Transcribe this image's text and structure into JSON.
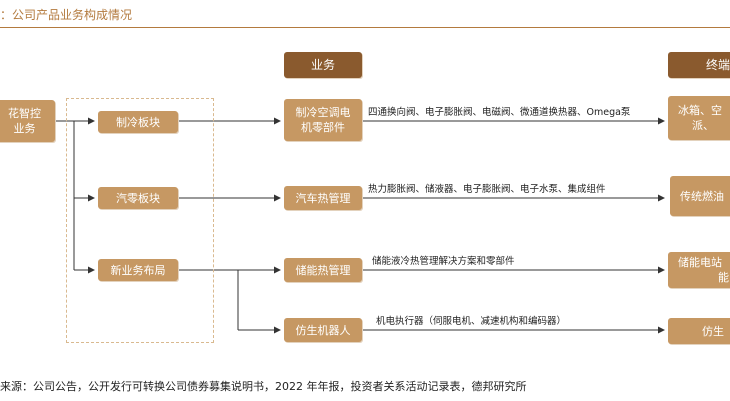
{
  "caption": "：公司产品业务构成情况",
  "header_business": "业务",
  "header_terminal": "终端",
  "company_lines": [
    "花智控",
    "业务"
  ],
  "segments": [
    {
      "label": "制冷板块"
    },
    {
      "label": "汽零板块"
    },
    {
      "label": "新业务布局"
    }
  ],
  "businesses": [
    {
      "label_lines": [
        "制冷空调电",
        "机零部件"
      ]
    },
    {
      "label_lines": [
        "汽车热管理"
      ]
    },
    {
      "label_lines": [
        "储能热管理"
      ]
    },
    {
      "label_lines": [
        "仿生机器人"
      ]
    }
  ],
  "products": [
    "四通换向阀、电子膨胀阀、电磁阀、微通道换热器、Omega泵",
    "热力膨胀阀、储液器、电子膨胀阀、电子水泵、集成组件",
    "储能液冷热管理解决方案和零部件",
    "机电执行器（伺服电机、减速机构和编码器）"
  ],
  "terminals": [
    {
      "label_lines": [
        "冰箱、空",
        "派、"
      ]
    },
    {
      "label_lines": [
        "传统燃油"
      ]
    },
    {
      "label_lines": [
        "储能电站",
        "能"
      ]
    },
    {
      "label_lines": [
        "仿生"
      ]
    }
  ],
  "source": "来源：公司公告，公开发行可转换公司债券募集说明书，2022 年年报，投资者关系活动记录表，德邦研究所",
  "colors": {
    "box": "#c69863",
    "header": "#8a5a2e",
    "accent": "#b37a3e"
  }
}
